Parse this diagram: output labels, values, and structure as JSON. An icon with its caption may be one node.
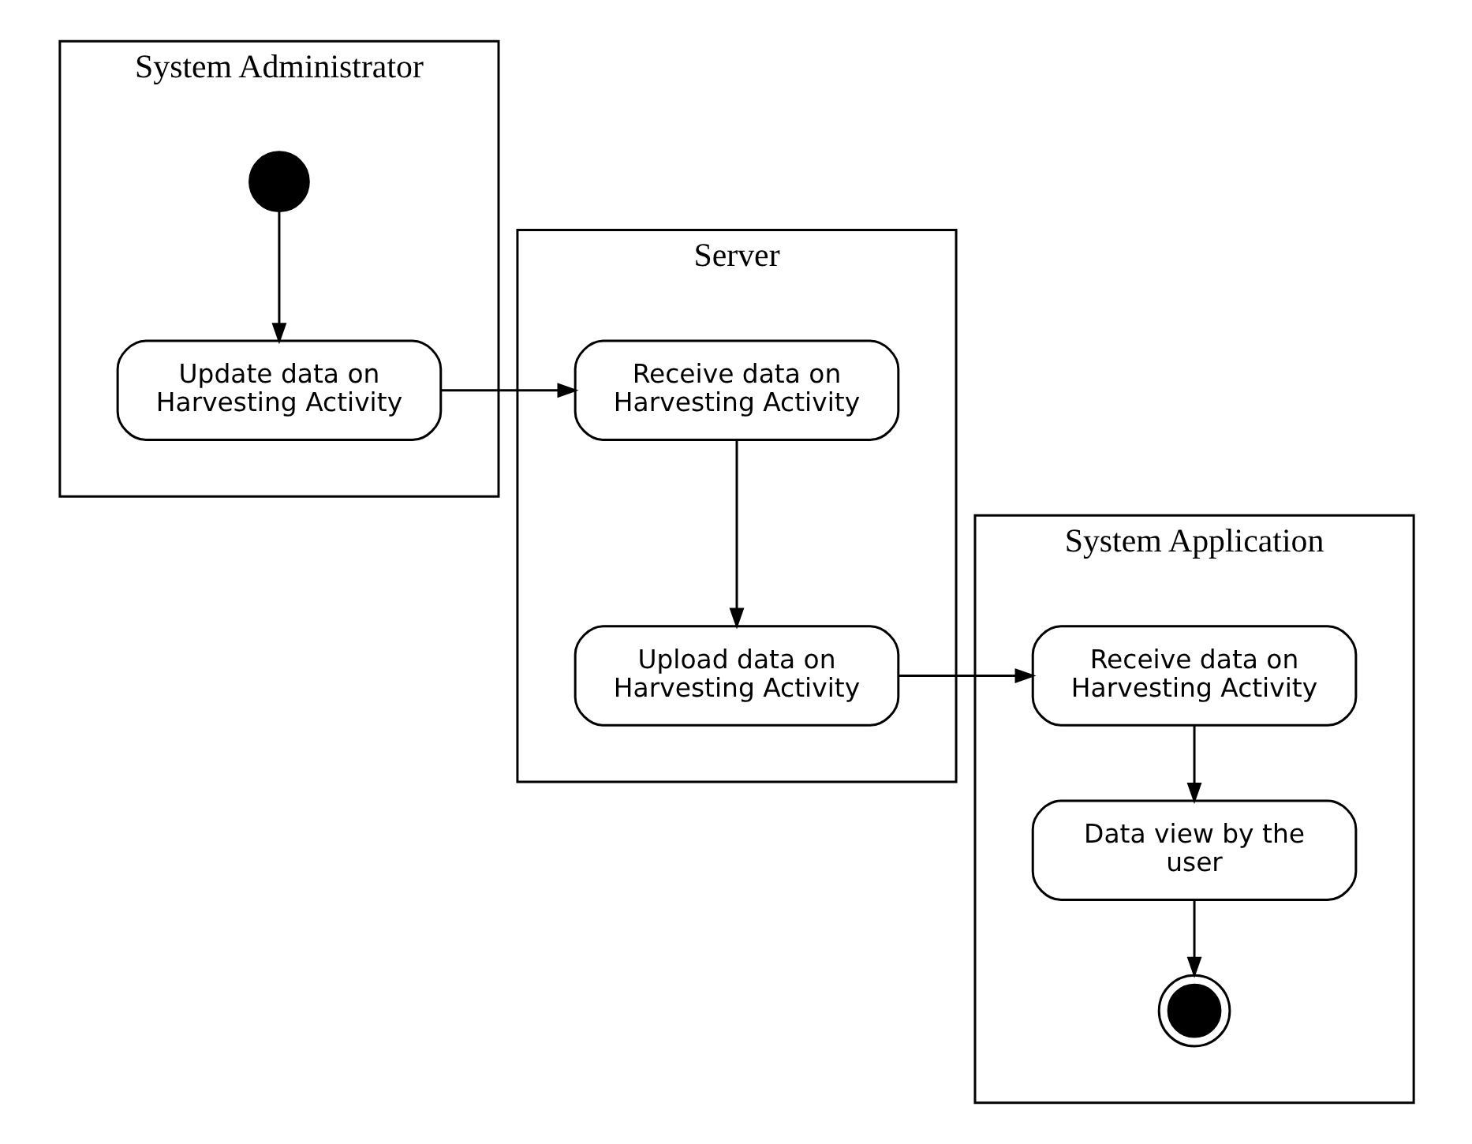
{
  "diagram": {
    "nodes": [
      {
        "text": [
          "System Administrator"
        ]
      },
      {
        "text": [
          "Server"
        ]
      },
      {
        "text": [
          "System Application"
        ]
      },
      {
        "text": [],
        "shape": "circle",
        "in": 0
      },
      {
        "text": [
          "Update data on Harvesting Activity"
        ],
        "in": 0
      },
      {
        "text": [
          "Receive data on Harvesting Activity"
        ],
        "in": 1
      },
      {
        "text": [
          "Upload data on Harvesting Activity"
        ],
        "in": 1
      },
      {
        "text": [
          "Receive data on Harvesting Activity"
        ],
        "in": 2
      },
      {
        "text": [
          "Data view by the user"
        ],
        "in": 2
      },
      {
        "text": [],
        "shape": "bullseye",
        "in": 2
      }
    ],
    "edges": [
      {
        "from": 3,
        "to": 4,
        "arrow": "to"
      },
      {
        "from": 4,
        "to": 5,
        "arrow": "to"
      },
      {
        "from": 5,
        "to": 6,
        "arrow": "to"
      },
      {
        "from": 6,
        "to": 7,
        "arrow": "to"
      },
      {
        "from": 7,
        "to": 8,
        "arrow": "to"
      },
      {
        "from": 8,
        "to": 9,
        "arrow": "to"
      }
    ]
  }
}
